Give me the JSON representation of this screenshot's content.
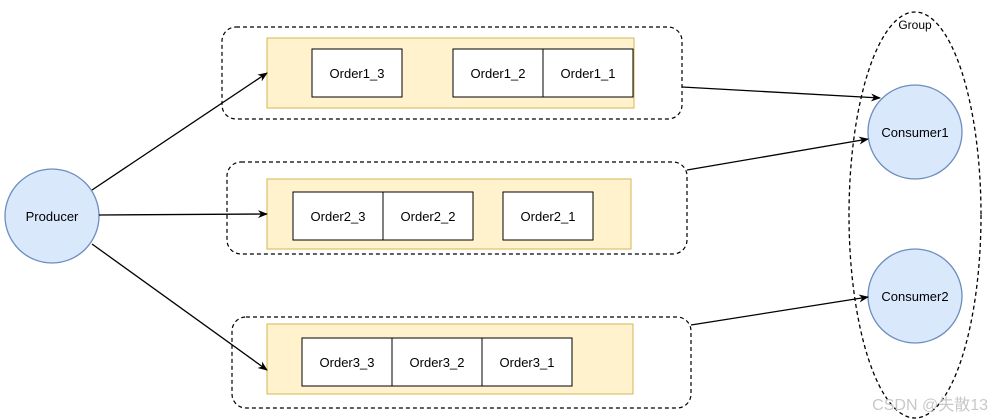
{
  "diagram": {
    "producer": {
      "label": "Producer"
    },
    "queues": [
      {
        "messages": [
          "Order1_3",
          "Order1_2",
          "Order1_1"
        ]
      },
      {
        "messages": [
          "Order2_3",
          "Order2_2",
          "Order2_1"
        ]
      },
      {
        "messages": [
          "Order3_3",
          "Order3_2",
          "Order3_1"
        ]
      }
    ],
    "group": {
      "label": "Group"
    },
    "consumers": [
      {
        "label": "Consumer1"
      },
      {
        "label": "Consumer2"
      }
    ],
    "watermark": "CSDN @失散13",
    "colors": {
      "node_fill": "#dae8fc",
      "node_stroke": "#6c8ebf",
      "queue_fill": "#fff2cc",
      "queue_stroke": "#d6b656",
      "line": "#000000"
    }
  }
}
